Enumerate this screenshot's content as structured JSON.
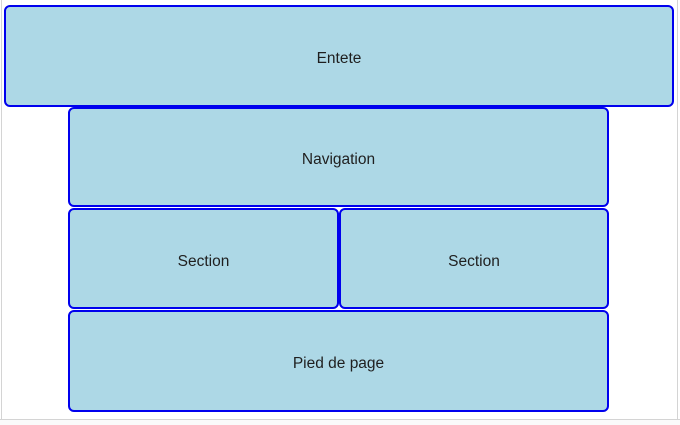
{
  "theme": {
    "background": "#ffffff",
    "box_fill": "#add8e6",
    "box_border": "#0000ee",
    "text_color": "#1f1f1f",
    "edge_color": "#d4d4d4"
  },
  "blocks": {
    "header": {
      "label": "Entete"
    },
    "nav": {
      "label": "Navigation"
    },
    "section_left": {
      "label": "Section"
    },
    "section_right": {
      "label": "Section"
    },
    "footer": {
      "label": "Pied de page"
    }
  }
}
